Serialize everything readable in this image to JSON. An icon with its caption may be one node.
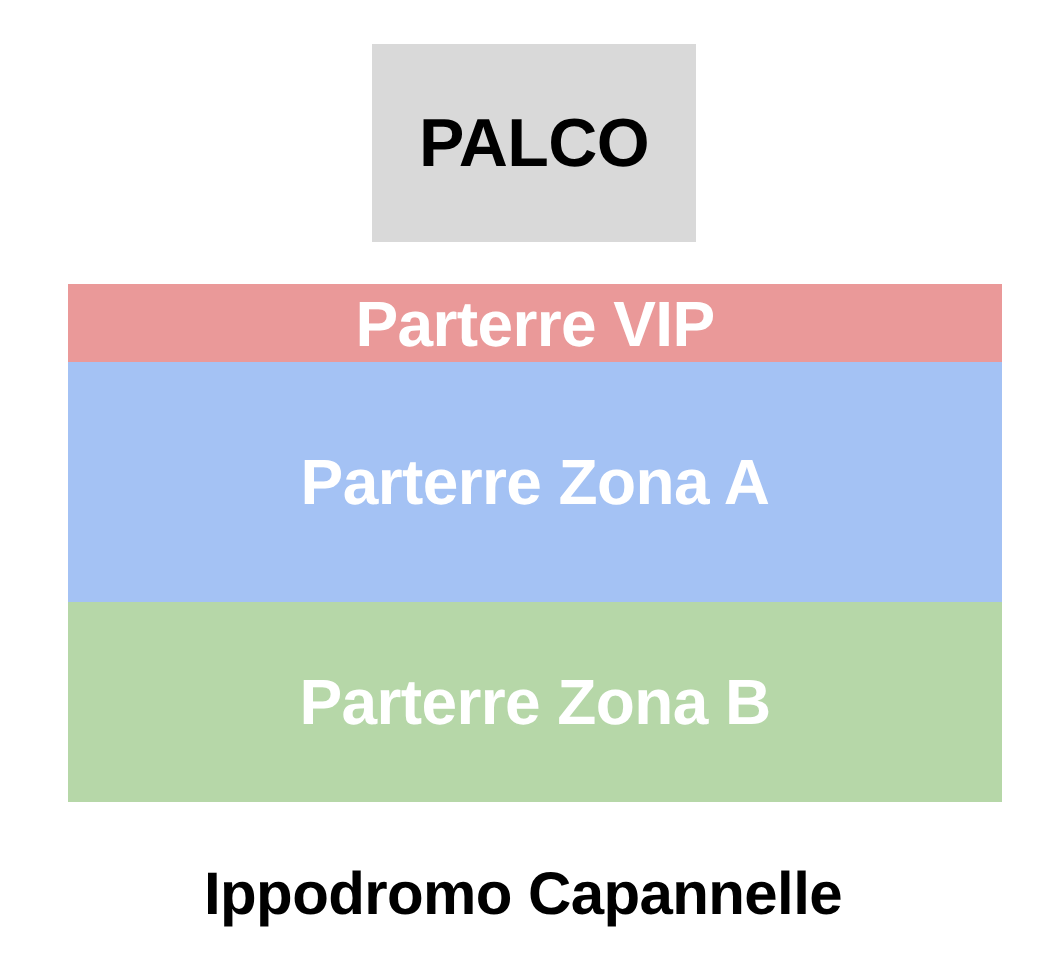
{
  "diagram": {
    "nodes": [
      {
        "text": [
          "PALCO"
        ]
      },
      {
        "text": [
          "Parterre VIP"
        ]
      },
      {
        "text": [
          "Parterre Zona A"
        ]
      },
      {
        "text": [
          "Parterre Zona B"
        ]
      }
    ],
    "caption": "Ippodromo Capannelle"
  }
}
